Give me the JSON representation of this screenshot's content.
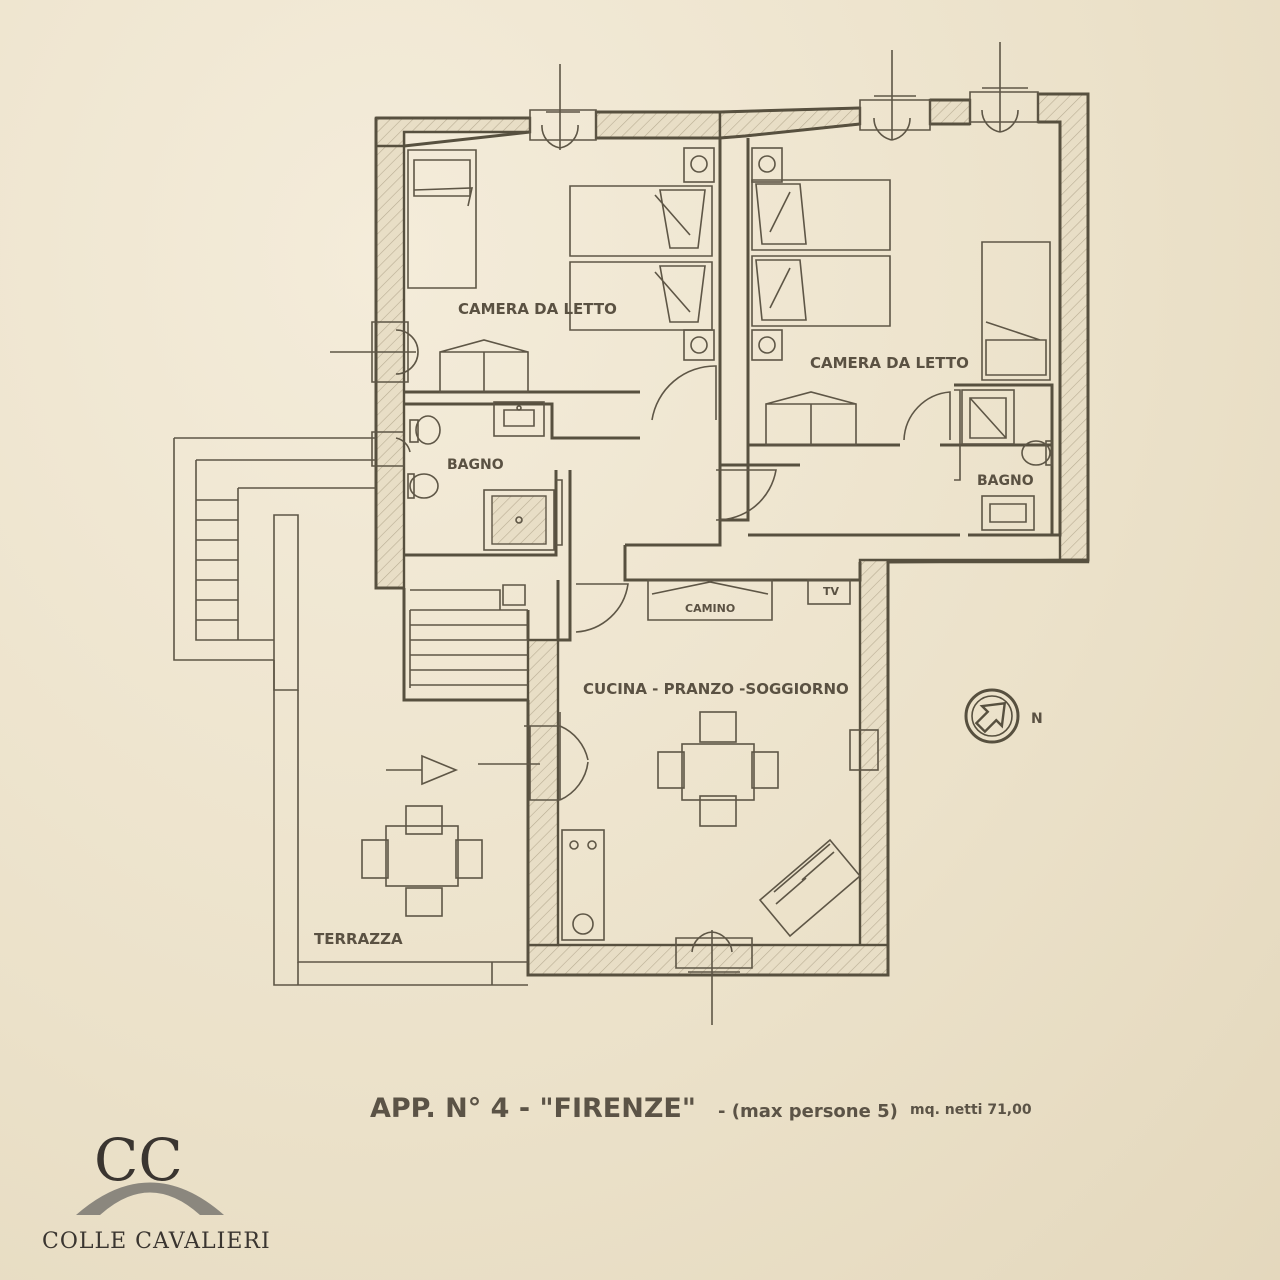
{
  "rooms": {
    "camera_1": "CAMERA DA LETTO",
    "camera_2": "CAMERA DA LETTO",
    "bagno_1": "BAGNO",
    "bagno_2": "BAGNO",
    "camino": "CAMINO",
    "tv": "TV",
    "soggiorno": "CUCINA - PRANZO -SOGGIORNO",
    "terrazza": "TERRAZZA"
  },
  "compass": {
    "label": "N"
  },
  "caption": {
    "title": "APP. N° 4 - \"FIRENZE\"",
    "persons": "- (max persone 5)",
    "area": "mq. netti 71,00"
  },
  "logo": {
    "monogram": "CC",
    "name": "COLLE CAVALIERI"
  },
  "colors": {
    "ink": "#57503f",
    "paper": "#efe6d2"
  }
}
